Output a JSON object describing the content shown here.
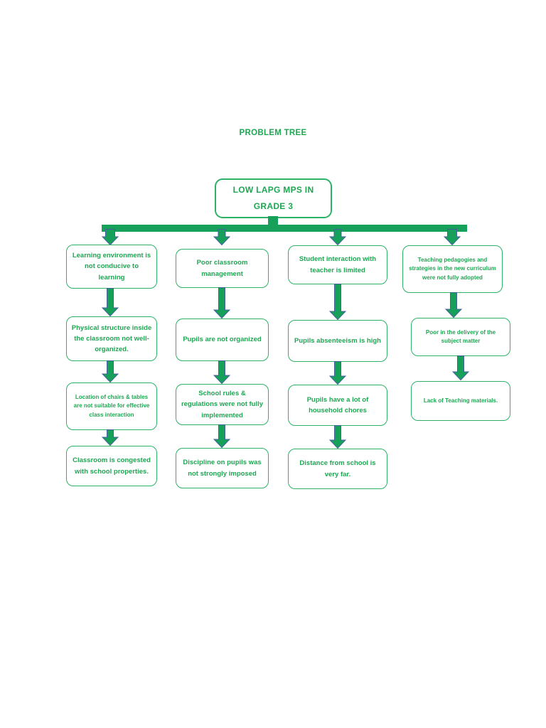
{
  "document": {
    "title": "PROBLEM TREE"
  },
  "tree": {
    "root": {
      "line1": "LOW LAPG MPS IN",
      "line2": "GRADE 3"
    },
    "columns": [
      {
        "name": "learning-environment",
        "boxes": [
          "Learning environment is not conducive to learning",
          "Physical structure inside the classroom not well- organized.",
          "Location of chairs & tables are not suitable for effective class interaction",
          "Classroom is congested with school properties."
        ]
      },
      {
        "name": "classroom-management",
        "boxes": [
          "Poor classroom management",
          "Pupils are not organized",
          "School rules & regulations were not fully implemented",
          "Discipline on pupils was not strongly imposed"
        ]
      },
      {
        "name": "student-interaction",
        "boxes": [
          "Student interaction with teacher is limited",
          "Pupils absenteeism is high",
          "Pupils have a lot of household chores",
          "Distance from school is very far."
        ]
      },
      {
        "name": "teaching-pedagogies",
        "boxes": [
          "Teaching pedagogies and strategies in the new curriculum were not fully adopted",
          "Poor in the delivery of the subject matter",
          "Lack of Teaching materials."
        ]
      }
    ]
  },
  "colors": {
    "box_border": "#2db266",
    "text_green": "#1fa653",
    "arrow_fill": "#16a05a",
    "arrow_outline": "#44619e",
    "connector": "#16a05a",
    "page_bg": "#ffffff"
  }
}
